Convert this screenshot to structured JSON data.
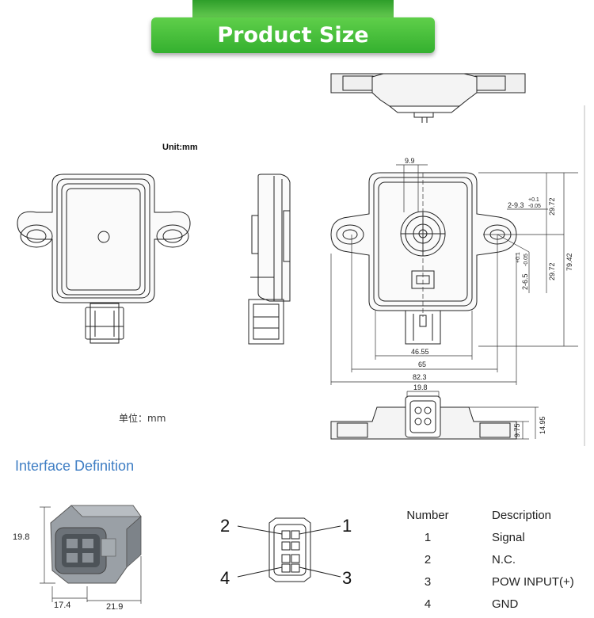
{
  "header": {
    "title": "Product Size"
  },
  "units": {
    "en": "Unit:mm",
    "cn": "单位：mm"
  },
  "dimensions": {
    "hole_spacing": "9.9",
    "hole_dia": "2-9.3",
    "hole_tol_upper": "+0.1",
    "hole_tol_lower": "-0.05",
    "upper_half": "29.72",
    "lower_half": "29.72",
    "total_height": "79.42",
    "stud_dia": "2-6.5",
    "stud_tol_upper": "+0.1",
    "stud_tol_lower": "-0.05",
    "body_width": "46.55",
    "mount_width": "65",
    "total_width": "82.3",
    "connector_width": "19.8",
    "base_height": "9.75",
    "overall_height": "14.95"
  },
  "interface": {
    "title": "Interface Definition",
    "connector_dims": {
      "height": "19.8",
      "depth": "17.4",
      "width": "21.9"
    },
    "pin_labels": [
      "2",
      "1",
      "4",
      "3"
    ],
    "table": {
      "headers": [
        "Number",
        "Description"
      ],
      "rows": [
        {
          "number": "1",
          "description": "Signal"
        },
        {
          "number": "2",
          "description": "N.C."
        },
        {
          "number": "3",
          "description": "POW INPUT(+)"
        },
        {
          "number": "4",
          "description": "GND"
        }
      ]
    }
  }
}
